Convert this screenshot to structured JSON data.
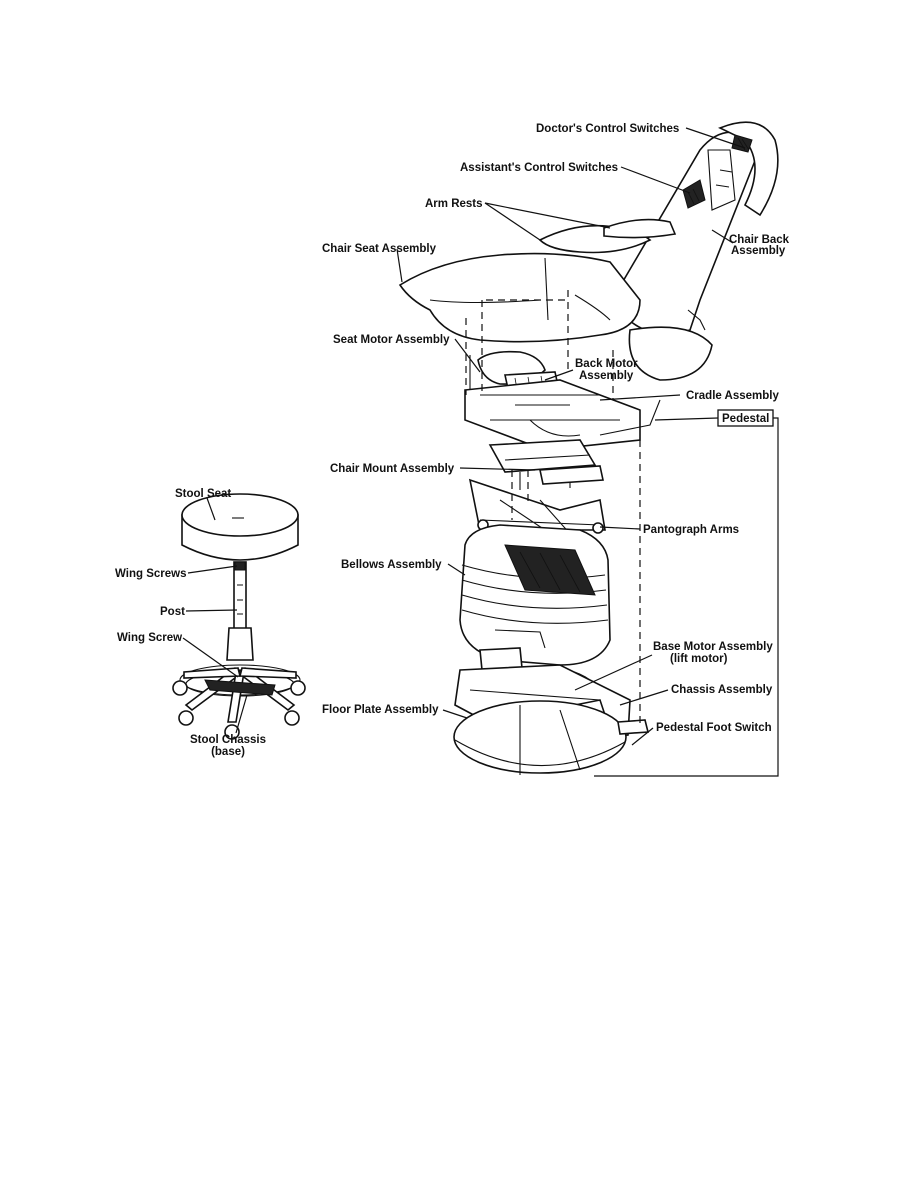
{
  "labels": {
    "doctors_control_switches": "Doctor's Control Switches",
    "assistants_control_switches": "Assistant's Control Switches",
    "arm_rests": "Arm Rests",
    "chair_seat_assembly": "Chair Seat Assembly",
    "chair_back_assembly_1": "Chair Back",
    "chair_back_assembly_2": "Assembly",
    "seat_motor_assembly": "Seat Motor Assembly",
    "back_motor_assembly_1": "Back Motor",
    "back_motor_assembly_2": "Assembly",
    "cradle_assembly": "Cradle Assembly",
    "pedestal": "Pedestal",
    "chair_mount_assembly": "Chair Mount Assembly",
    "pantograph_arms": "Pantograph Arms",
    "bellows_assembly": "Bellows Assembly",
    "base_motor_assembly_1": "Base Motor Assembly",
    "base_motor_assembly_2": "(lift motor)",
    "chassis_assembly": "Chassis Assembly",
    "floor_plate_assembly": "Floor Plate Assembly",
    "pedestal_foot_switch": "Pedestal Foot Switch",
    "stool_seat": "Stool Seat",
    "wing_screws": "Wing Screws",
    "post": "Post",
    "wing_screw": "Wing Screw",
    "stool_chassis_1": "Stool Chassis",
    "stool_chassis_2": "(base)"
  }
}
